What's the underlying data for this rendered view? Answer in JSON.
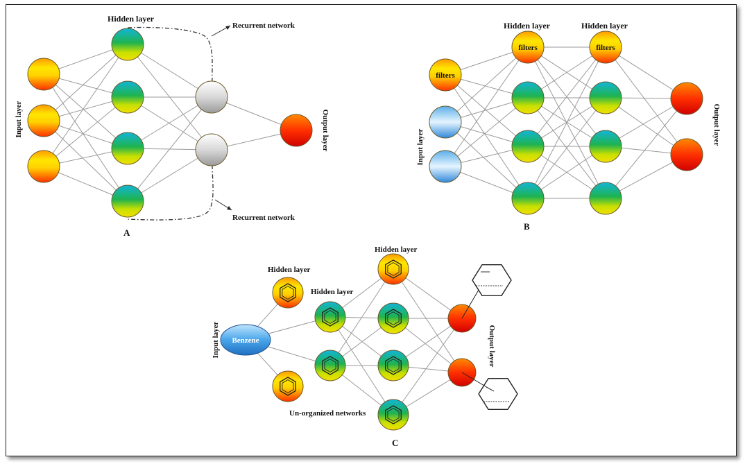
{
  "panel_a": {
    "label": "A",
    "input_label": "Input layer",
    "hidden_label": "Hidden layer",
    "output_label": "Output layer",
    "recurrent_top": "Recurrent network",
    "recurrent_bottom": "Recurrent network"
  },
  "panel_b": {
    "label": "B",
    "input_label": "Input layer",
    "hidden1_label": "Hidden layer",
    "hidden2_label": "Hidden layer",
    "output_label": "Output layer",
    "filter_text": "filters"
  },
  "panel_c": {
    "label": "C",
    "input_label": "Input layer",
    "benzene_text": "Benzene",
    "hidden_label_left": "Hidden layer",
    "hidden_label_mid": "Hidden layer",
    "hidden_label_top": "Hidden layer",
    "output_label": "Output layer",
    "unorganized_label": "Un-organized networks"
  },
  "colors": {
    "orange_top": "#ffe600",
    "orange_bottom": "#ff3b00",
    "green_top": "#11b5d8",
    "green_mid": "#1fb34f",
    "green_bottom": "#e5e800",
    "red_top": "#ff7a00",
    "red_bottom": "#e00000",
    "blue_light": "#d9f0ff",
    "blue_dark": "#2f8fe0",
    "gray_light": "#ffffff",
    "gray_dark": "#9a9a9a",
    "edge": "#9a9a9a"
  }
}
